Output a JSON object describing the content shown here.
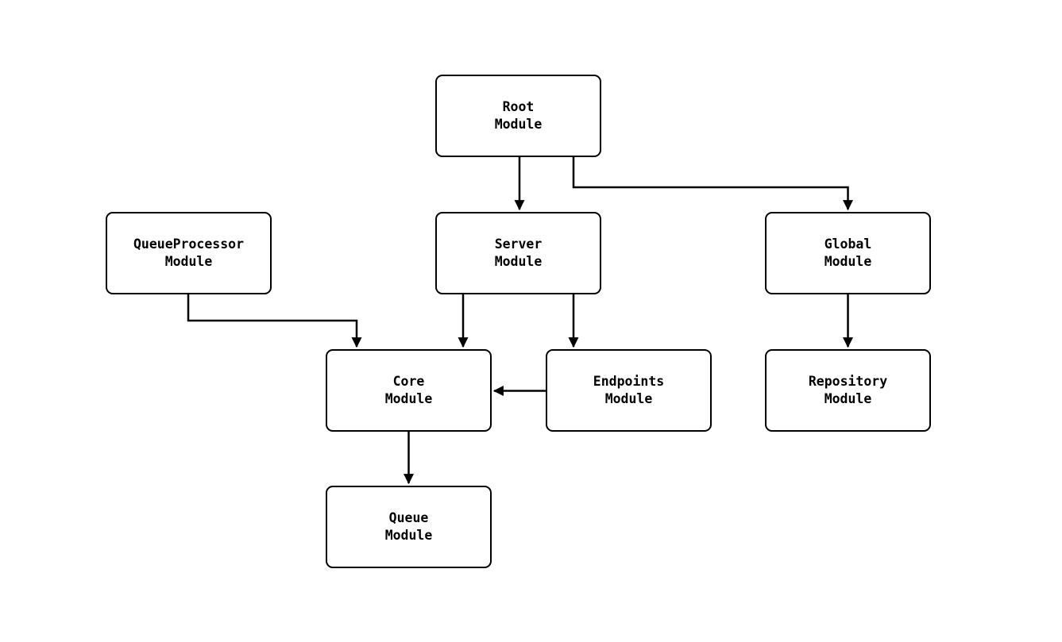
{
  "diagram": {
    "type": "flowchart",
    "direction": "top-down",
    "colors": {
      "background": "#ffffff",
      "node_fill": "#ffffff",
      "node_border": "#000000",
      "edge": "#000000",
      "text": "#000000"
    },
    "nodes": [
      {
        "id": "root",
        "line1": "Root",
        "line2": "Module"
      },
      {
        "id": "server",
        "line1": "Server",
        "line2": "Module"
      },
      {
        "id": "queueprocessor",
        "line1": "QueueProcessor",
        "line2": "Module"
      },
      {
        "id": "global",
        "line1": "Global",
        "line2": "Module"
      },
      {
        "id": "core",
        "line1": "Core",
        "line2": "Module"
      },
      {
        "id": "endpoints",
        "line1": "Endpoints",
        "line2": "Module"
      },
      {
        "id": "repository",
        "line1": "Repository",
        "line2": "Module"
      },
      {
        "id": "queue",
        "line1": "Queue",
        "line2": "Module"
      }
    ],
    "edges": [
      {
        "from": "root",
        "to": "server"
      },
      {
        "from": "root",
        "to": "global"
      },
      {
        "from": "queueprocessor",
        "to": "core"
      },
      {
        "from": "server",
        "to": "core"
      },
      {
        "from": "server",
        "to": "endpoints"
      },
      {
        "from": "endpoints",
        "to": "core"
      },
      {
        "from": "global",
        "to": "repository"
      },
      {
        "from": "core",
        "to": "queue"
      }
    ]
  }
}
